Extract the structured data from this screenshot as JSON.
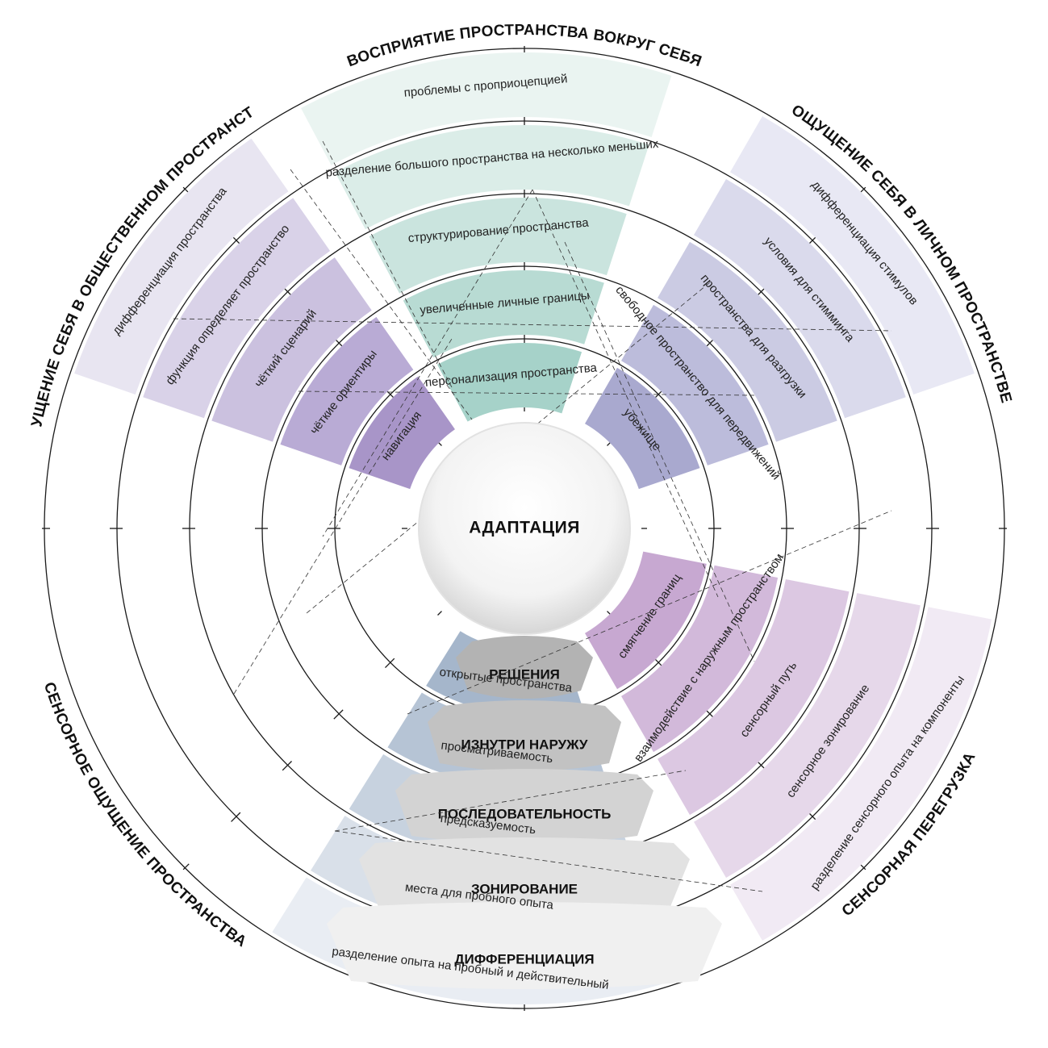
{
  "center": {
    "label": "АДАПТАЦИЯ"
  },
  "groups": [
    {
      "title": "ВОСПРИЯТИЕ ПРОСТРАНСТВА ВОКРУГ СЕБЯ",
      "colors": [
        "#a895c8",
        "#b9abd5",
        "#cbc1df",
        "#d9d2e8",
        "#e8e5f1"
      ],
      "items": [
        "навигация",
        "чёткие ориентиры",
        "чёткий сценарий",
        "функция определяет пространство",
        "дифференциация пространства"
      ]
    },
    {
      "title": "ОЩУЩЕНИЕ СЕБЯ В ЛИЧНОМ ПРОСТРАНСТВЕ",
      "colors": [
        "#a6d2c9",
        "#b8dbd3",
        "#cae4de",
        "#dbede8",
        "#eaf4f1"
      ],
      "items": [
        "персонализация пространства",
        "увеличенные личные границы",
        "структурирование пространства",
        "разделение большого пространства на несколько меньших",
        "проблемы с проприоцепцией"
      ]
    },
    {
      "title": "СЕНСОРНАЯ ПЕРЕГРУЗКА",
      "colors": [
        "#a9a9cf",
        "#bcbcdb",
        "#cbcbe3",
        "#dadaec",
        "#e8e8f4"
      ],
      "items": [
        "убежище",
        "свободное пространство для передвижений",
        "пространства для разгрузки",
        "условия для стимминга",
        "дифференциация стимулов"
      ]
    },
    {
      "title": "СЕНСОРНОЕ ОЩУЩЕНИЕ ПРОСТРАНСТВА",
      "colors": [
        "#c7a8d1",
        "#d2b9da",
        "#dcc8e2",
        "#e6d8ea",
        "#f1eaf4"
      ],
      "items": [
        "смягчение границ",
        "взаимодействие с наружным пространством",
        "сенсорный путь",
        "сенсорное зонирование",
        "разделение сенсорного опыта на компоненты"
      ]
    },
    {
      "title": "ОЩУЩЕНИЕ СЕБЯ В ОБЩЕСТВЕННОМ ПРОСТРАНСТВЕ",
      "colors": [
        "#a5b6cb",
        "#b6c4d5",
        "#c7d2df",
        "#d9e0e9",
        "#e9edf3"
      ],
      "items": [
        "открытые пространства",
        "просматриваемость",
        "предсказуемость",
        "места для пробного опыта",
        "разделение опыта на пробный и действительный"
      ]
    }
  ],
  "bottom": {
    "colors": [
      "#b3b3b3",
      "#c2c2c2",
      "#d3d3d3",
      "#e2e2e2",
      "#f0f0f0"
    ],
    "labels": [
      "РЕШЕНИЯ",
      "ИЗНУТРИ НАРУЖУ",
      "ПОСЛЕДОВАТЕЛЬНОСТЬ",
      "ЗОНИРОВАНИЕ",
      "ДИФФЕРЕНЦИАЦИЯ"
    ]
  }
}
